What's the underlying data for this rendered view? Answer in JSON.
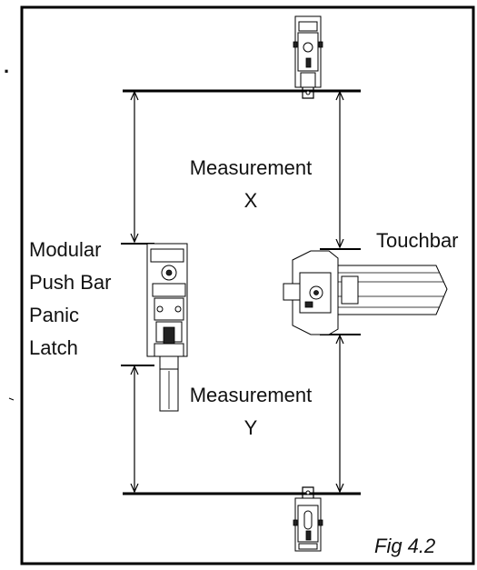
{
  "labels": {
    "measurement_x_line1": "Measurement",
    "measurement_x_line2": "X",
    "measurement_y_line1": "Measurement",
    "measurement_y_line2": "Y",
    "latch_line1": "Modular",
    "latch_line2": "Push Bar",
    "latch_line3": "Panic",
    "latch_line4": "Latch",
    "touchbar": "Touchbar",
    "figure": "Fig 4.2"
  },
  "margin_marks": {
    "top_dot": "."
  }
}
